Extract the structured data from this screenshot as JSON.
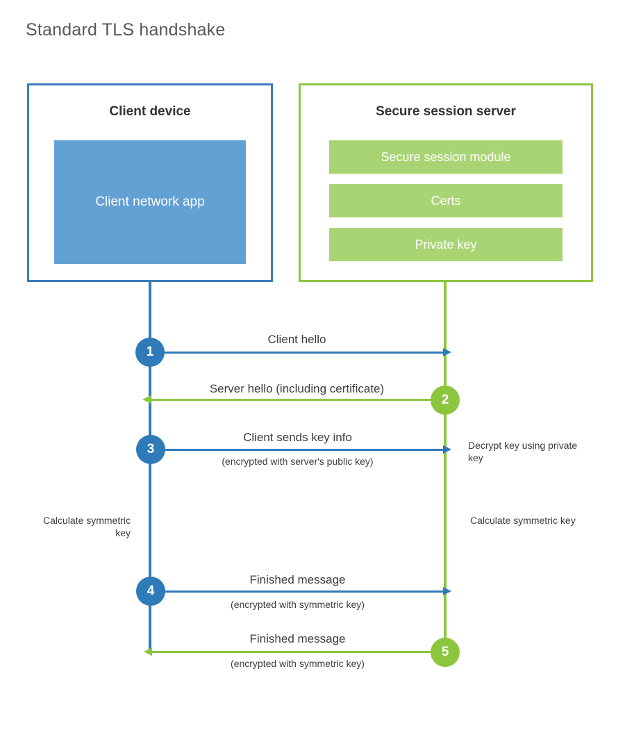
{
  "title": "Standard TLS handshake",
  "colors": {
    "client_blue": "#2f7ab9",
    "client_fill": "#63a0d4",
    "server_green": "#8cc63f",
    "server_fill": "#a9d474",
    "text": "#3c3c3c",
    "title_text": "#58595b"
  },
  "entities": {
    "client": {
      "title": "Client device",
      "block_label": "Client network app"
    },
    "server": {
      "title": "Secure session server",
      "bars": [
        {
          "label": "Secure session module"
        },
        {
          "label": "Certs"
        },
        {
          "label": "Private key"
        }
      ]
    }
  },
  "steps": [
    {
      "number": "1",
      "label": "Client hello",
      "sublabel": "",
      "direction": "client-to-server",
      "color": "blue"
    },
    {
      "number": "2",
      "label": "Server hello (including certificate)",
      "sublabel": "",
      "direction": "server-to-client",
      "color": "green"
    },
    {
      "number": "3",
      "label": "Client sends key info",
      "sublabel": "(encrypted with server's public key)",
      "direction": "client-to-server",
      "color": "blue"
    },
    {
      "number": "4",
      "label": "Finished message",
      "sublabel": "(encrypted with symmetric key)",
      "direction": "client-to-server",
      "color": "blue"
    },
    {
      "number": "5",
      "label": "Finished message",
      "sublabel": "(encrypted with symmetric key)",
      "direction": "server-to-client",
      "color": "green"
    }
  ],
  "annotations": {
    "decrypt_key": "Decrypt key using private key",
    "client_calculate": "Calculate symmetric key",
    "server_calculate": "Calculate symmetric key"
  }
}
